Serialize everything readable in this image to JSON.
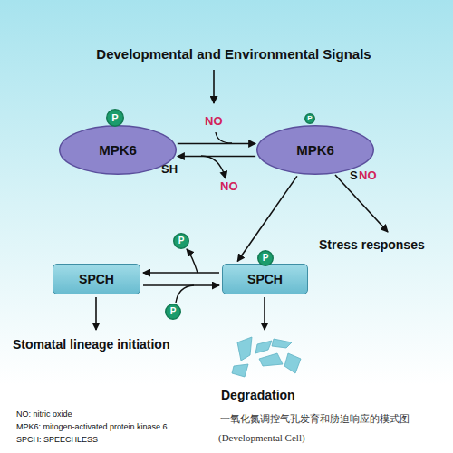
{
  "diagram": {
    "title": "Developmental and Environmental Signals",
    "caption": "一氧化氮调控气孔发育和胁迫响应的模式图",
    "nodes": [
      {
        "text": [
          "MPK6"
        ]
      },
      {
        "text": [
          "P"
        ]
      },
      {
        "text": [
          "MPK6"
        ]
      },
      {
        "text": [
          "P"
        ]
      },
      {
        "text": [
          "SPCH"
        ]
      },
      {
        "text": [
          "SPCH"
        ]
      },
      {
        "text": [
          "P"
        ]
      },
      {
        "text": [
          "P"
        ]
      },
      {
        "text": [
          "P"
        ]
      }
    ],
    "edges": [
      {
        "from": 0,
        "to": 2,
        "arrow": "to"
      },
      {
        "from": 2,
        "to": 0,
        "arrow": "to"
      },
      {
        "from": 2,
        "to": 5,
        "arrow": "to"
      },
      {
        "from": 5,
        "to": 4,
        "arrow": "to"
      },
      {
        "from": 4,
        "to": 5,
        "arrow": "to"
      }
    ],
    "labels": [
      "NO",
      "SH",
      "S",
      "NO",
      "NO",
      "Stress responses",
      "Stomatal lineage initiation",
      "Degradation",
      "NO: nitric oxide",
      "MPK6: mitogen-activated protein kinase 6",
      "SPCH: SPEECHLESS",
      "(Developmental Cell)"
    ]
  }
}
